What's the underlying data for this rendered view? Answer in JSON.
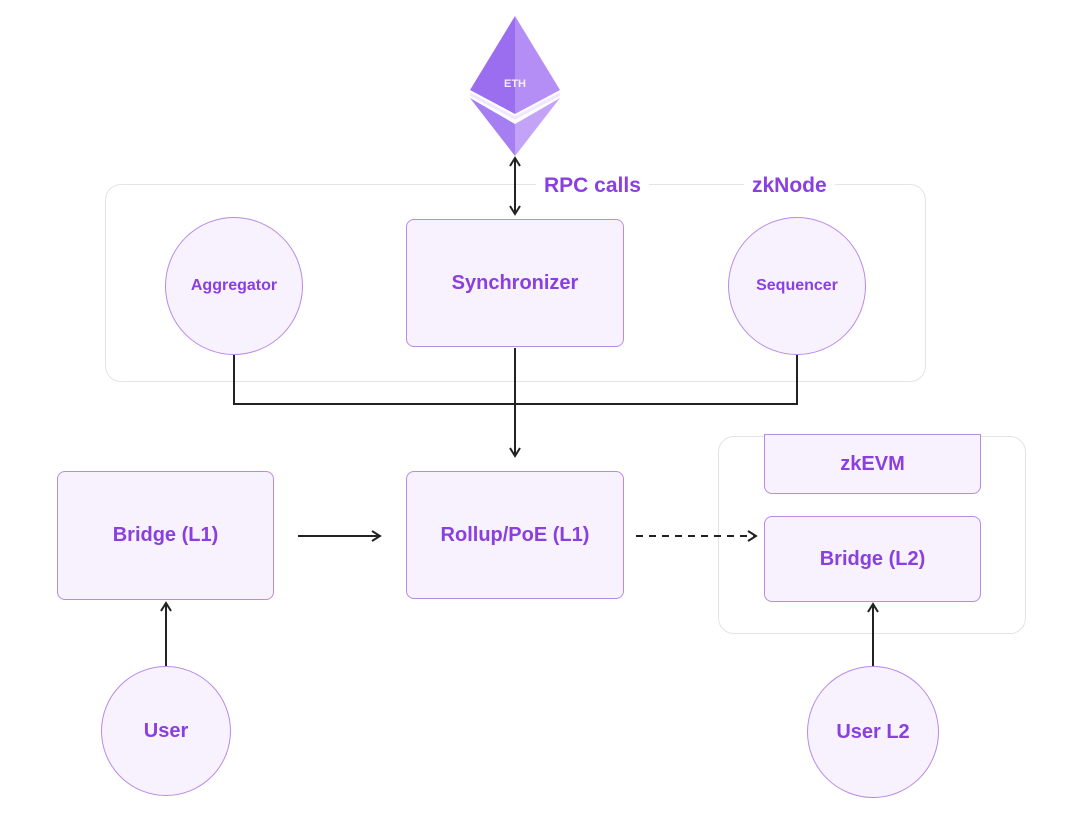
{
  "eth": {
    "label": "ETH"
  },
  "zknode_group": {
    "title": "zkNode",
    "rpc_label": "RPC calls"
  },
  "nodes": {
    "aggregator": "Aggregator",
    "synchronizer": "Synchronizer",
    "sequencer": "Sequencer",
    "bridge_l1": "Bridge (L1)",
    "rollup": "Rollup/PoE (L1)",
    "zkevm": "zkEVM",
    "bridge_l2": "Bridge (L2)",
    "user": "User",
    "user_l2": "User L2"
  },
  "colors": {
    "accent": "#8a3fe0",
    "node_fill": "#f7f2fd",
    "node_border": "#b88be8"
  }
}
